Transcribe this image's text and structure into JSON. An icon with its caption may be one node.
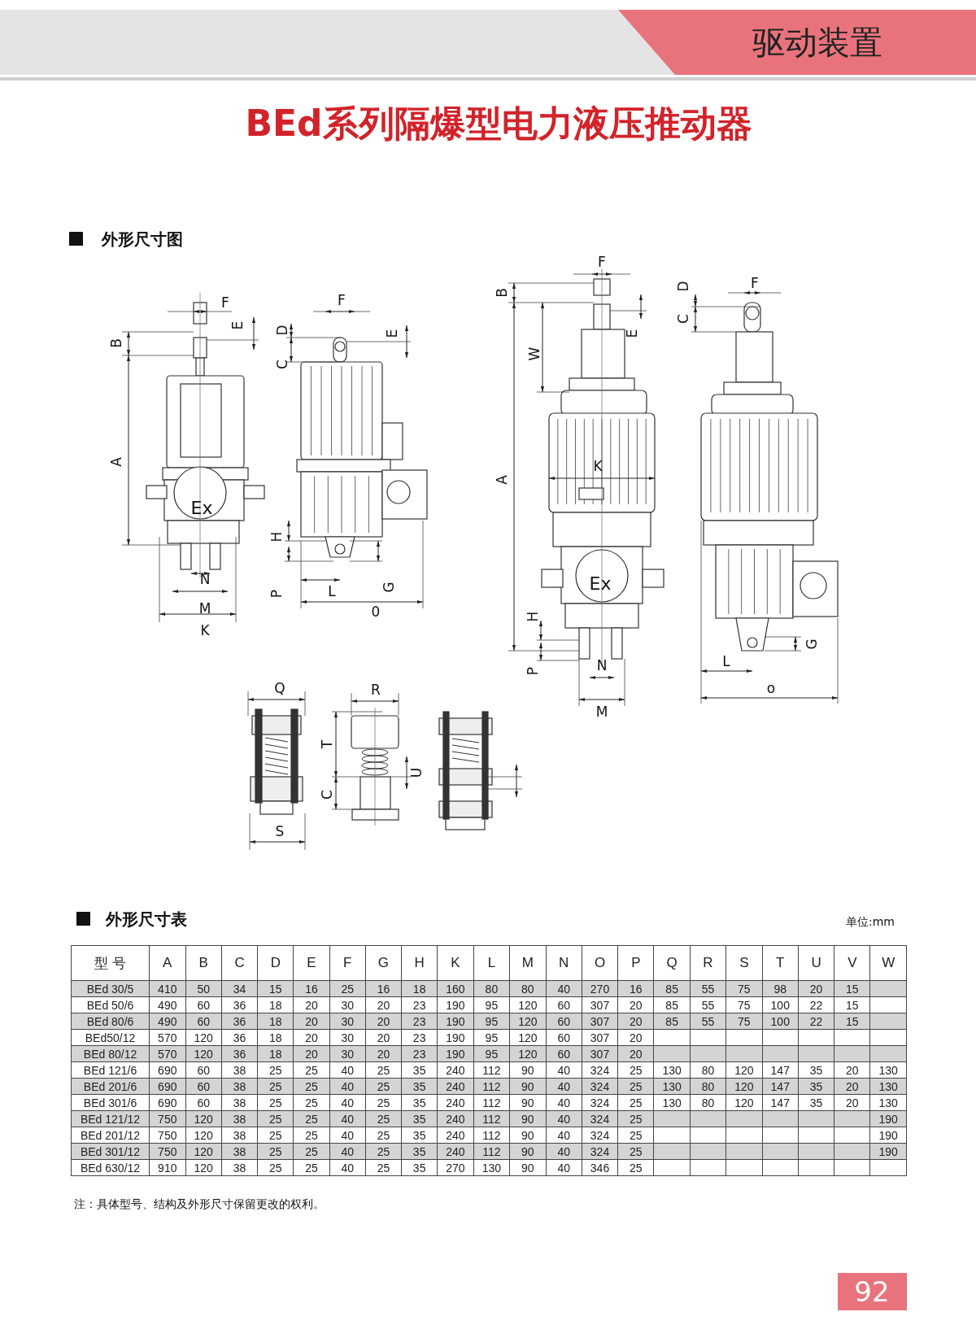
{
  "diagram": {
    "title": "BEd系列隔爆型电力液压推动器",
    "labels": [
      "驱动装置",
      "外形尺寸图",
      "F",
      "B",
      "E",
      "A",
      "Ex",
      "N",
      "M",
      "K",
      "F",
      "D",
      "C",
      "E",
      "H",
      "P",
      "L",
      "G",
      "0",
      "F",
      "B",
      "E",
      "W",
      "A",
      "K",
      "Ex",
      "H",
      "P",
      "N",
      "M",
      "D",
      "F",
      "C",
      "G",
      "L",
      "o",
      "Q",
      "R",
      "T",
      "C",
      "U",
      "S",
      "外形尺寸表",
      "单位:mm",
      "型 号",
      "A",
      "B",
      "C",
      "D",
      "E",
      "F",
      "G",
      "H",
      "K",
      "L",
      "M",
      "N",
      "O",
      "P",
      "Q",
      "R",
      "S",
      "T",
      "U",
      "V",
      "W",
      "BEd 30/5",
      "410",
      "50",
      "34",
      "15",
      "16",
      "25",
      "16",
      "18",
      "160",
      "80",
      "80",
      "40",
      "270",
      "16",
      "85",
      "55",
      "75",
      "98",
      "20",
      "15",
      "BEd 50/6",
      "490",
      "60",
      "36",
      "18",
      "20",
      "30",
      "20",
      "23",
      "190",
      "95",
      "120",
      "60",
      "307",
      "20",
      "85",
      "55",
      "75",
      "100",
      "22",
      "15",
      "BEd 80/6",
      "490",
      "60",
      "36",
      "18",
      "20",
      "30",
      "20",
      "23",
      "190",
      "95",
      "120",
      "60",
      "307",
      "20",
      "85",
      "55",
      "75",
      "100",
      "22",
      "15",
      "BEd50/12",
      "570",
      "120",
      "36",
      "18",
      "20",
      "30",
      "20",
      "23",
      "190",
      "95",
      "120",
      "60",
      "307",
      "20",
      "BEd 80/12",
      "570",
      "120",
      "36",
      "18",
      "20",
      "30",
      "20",
      "23",
      "190",
      "95",
      "120",
      "60",
      "307",
      "20",
      "BEd 121/6",
      "690",
      "60",
      "38",
      "25",
      "25",
      "40",
      "25",
      "35",
      "240",
      "112",
      "90",
      "40",
      "324",
      "25",
      "130",
      "80",
      "120",
      "147",
      "35",
      "20",
      "130",
      "BEd 201/6",
      "690",
      "60",
      "38",
      "25",
      "25",
      "40",
      "25",
      "35",
      "240",
      "112",
      "90",
      "40",
      "324",
      "25",
      "130",
      "80",
      "120",
      "147",
      "35",
      "20",
      "130",
      "BEd 301/6",
      "690",
      "60",
      "38",
      "25",
      "25",
      "40",
      "25",
      "35",
      "240",
      "112",
      "90",
      "40",
      "324",
      "25",
      "130",
      "80",
      "120",
      "147",
      "35",
      "20",
      "130",
      "BEd 121/12",
      "750",
      "120",
      "38",
      "25",
      "25",
      "40",
      "25",
      "35",
      "240",
      "112",
      "90",
      "40",
      "324",
      "25",
      "190",
      "BEd 201/12",
      "750",
      "120",
      "38",
      "25",
      "25",
      "40",
      "25",
      "35",
      "240",
      "112",
      "90",
      "40",
      "324",
      "25",
      "190",
      "BEd 301/12",
      "750",
      "120",
      "38",
      "25",
      "25",
      "40",
      "25",
      "35",
      "240",
      "112",
      "90",
      "40",
      "324",
      "25",
      "190",
      "BEd 630/12",
      "910",
      "120",
      "38",
      "25",
      "25",
      "40",
      "25",
      "35",
      "270",
      "130",
      "90",
      "40",
      "346",
      "25",
      "注：具体型号、结构及外形尺寸保留更改的权利。",
      "92"
    ]
  }
}
